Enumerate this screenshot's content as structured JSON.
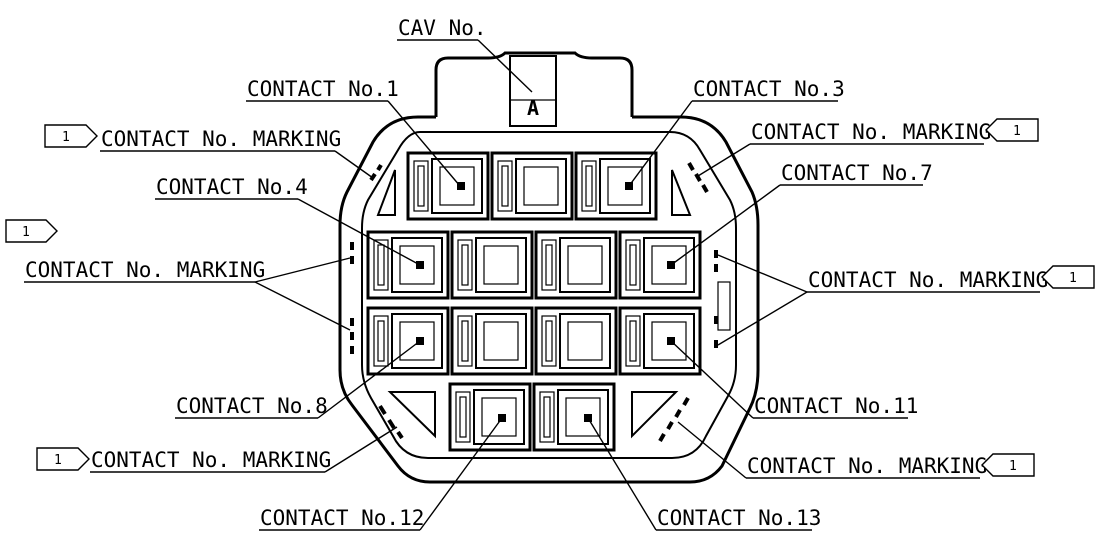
{
  "cav": {
    "label": "CAV No.",
    "letter": "A"
  },
  "contacts": {
    "c1": "CONTACT No.1",
    "c3": "CONTACT No.3",
    "c4": "CONTACT No.4",
    "c7": "CONTACT No.7",
    "c8": "CONTACT No.8",
    "c11": "CONTACT No.11",
    "c12": "CONTACT No.12",
    "c13": "CONTACT No.13"
  },
  "marking": {
    "label": "CONTACT No. MARKING",
    "flag_number": "1"
  }
}
